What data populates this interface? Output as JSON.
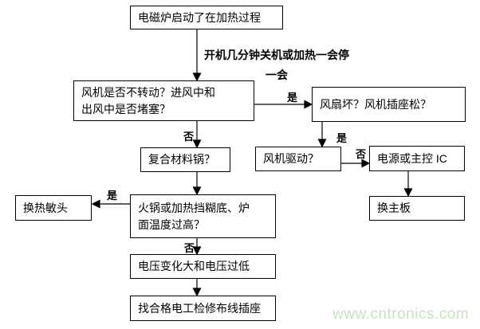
{
  "nodes": {
    "start": "电磁炉启动了在加热过程",
    "fan_check": "风机是否不转动？进风中和\n出风中是否堵塞？",
    "fan_broken": "风扇坏？风机插座松？",
    "fan_drive": "风机驱动？",
    "power_ic": "电源或主控 IC",
    "replace_board": "换主板",
    "composite_pot": "复合材料锅？",
    "hotpot": "火锅或加热挡糊底、炉\n面温度过高？",
    "replace_sensor": "换热敏头",
    "voltage": "电压变化大和电压过低",
    "electrician": "找合格电工检修布线插座"
  },
  "annotation": "开机几分钟关机或加热一会停\n一会",
  "edge_labels": {
    "yes": "是",
    "no": "否"
  },
  "watermark": "www.cntronics.com",
  "colors": {
    "watermark": "#c6e3bd",
    "line": "#000000",
    "background": "#ffffff"
  }
}
